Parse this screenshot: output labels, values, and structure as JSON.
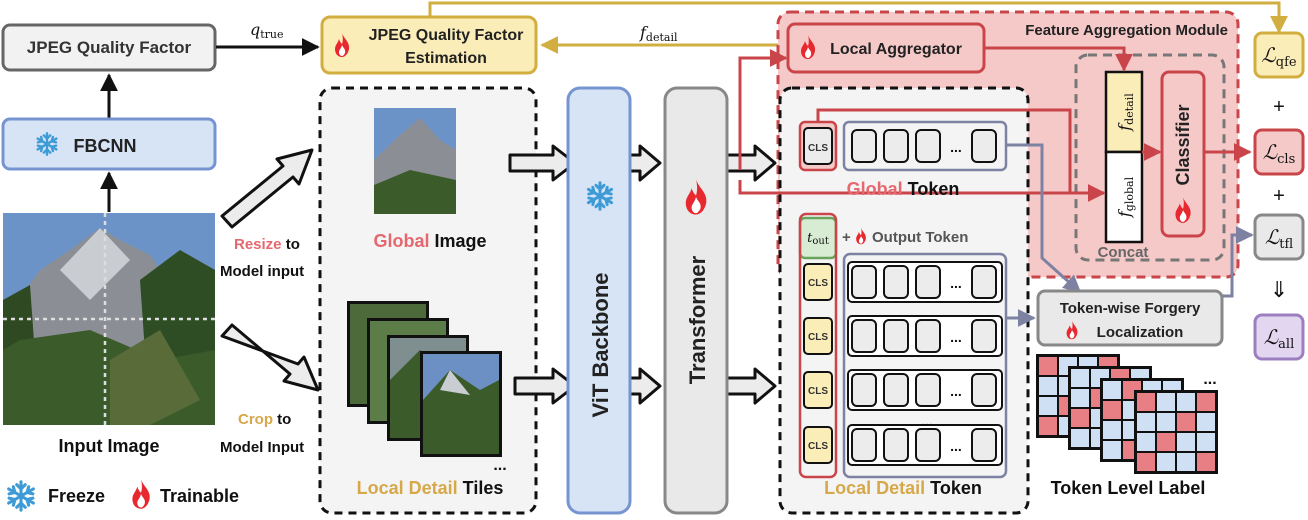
{
  "colors": {
    "gold": "#d1ae3f",
    "gold_fill": "#fbedb8",
    "gold_text": "#d6a84a",
    "red": "#c9454a",
    "red_fill": "#f3c2c2",
    "red_text": "#e5686f",
    "blue": "#7594d0",
    "blue_fill": "#d6e4f6",
    "gray": "#888888",
    "gray_fill": "#f0f0f0",
    "purple": "#9b7fc0",
    "purple_fill": "#e3d6f1",
    "green": "#69a35d",
    "green_fill": "#d7ecd2",
    "slate": "#7d82a2"
  },
  "legend": {
    "freeze": "Freeze",
    "trainable": "Trainable"
  },
  "input": {
    "jpeg_qf": "JPEG Quality Factor",
    "fbcnn": "FBCNN",
    "image_label": "Input Image",
    "resize_word": "Resize",
    "resize_rest": " to",
    "resize_line2": "Model input",
    "crop_word": "Crop",
    "crop_rest": " to",
    "crop_line2": "Model Input"
  },
  "qfe": {
    "line1": "JPEG Quality Factor",
    "line2": "Estimation",
    "q_true_sym": "q",
    "q_true_sub": "true"
  },
  "f_detail_sym": "f",
  "f_detail_sub": "detail",
  "images": {
    "global_word": "Global",
    "global_rest": " Image",
    "local_word": "Local Detail",
    "local_rest": " Tiles",
    "ellipsis": "..."
  },
  "vit": "ViT Backbone",
  "transformer": "Transformer",
  "tokens": {
    "cls": "CLS",
    "global_word": "Global",
    "global_rest": " Token",
    "local_word": "Local Detail",
    "local_rest": " Token",
    "t_out_sym": "t",
    "t_out_sub": "out",
    "output_token": "Output Token",
    "plus": "+",
    "ellipsis": "..."
  },
  "fam": {
    "title": "Feature Aggregation Module",
    "local_aggregator": "Local Aggregator",
    "concat": "Concat",
    "classifier": "Classifier",
    "f_global_sym": "f",
    "f_global_sub": "global"
  },
  "forgery": {
    "line1": "Token-wise Forgery",
    "line2": "Localization"
  },
  "token_label": {
    "label": "Token Level Label",
    "ellipsis": "..."
  },
  "losses": {
    "sym": "ℒ",
    "qfe": "qfe",
    "cls": "cls",
    "tfl": "tfl",
    "all": "all",
    "plus": "+",
    "implies": "⇓"
  }
}
